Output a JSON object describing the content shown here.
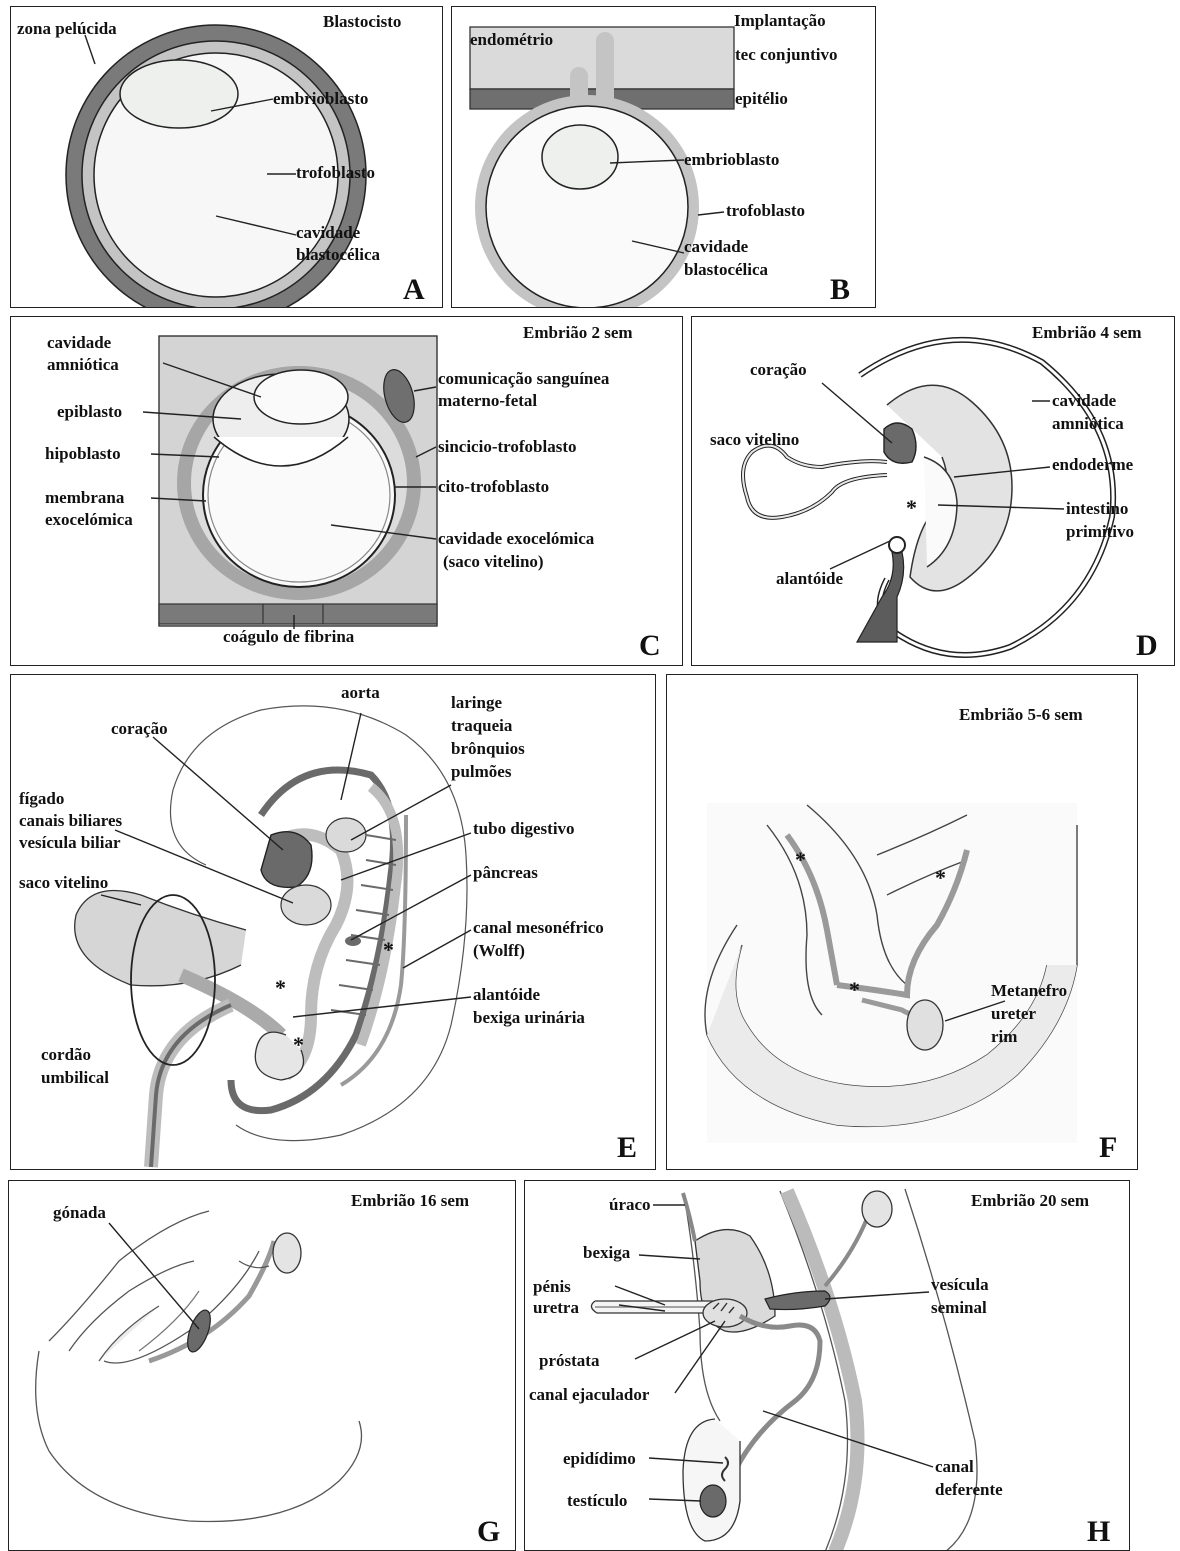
{
  "panels": {
    "A": {
      "letter": "A",
      "title": "Blastocisto",
      "labels": {
        "zona_pelucida": "zona pelúcida",
        "embrioblasto": "embrioblasto",
        "trofoblasto": "trofoblasto",
        "cavidade_1": "cavidade",
        "cavidade_2": "blastocélica"
      }
    },
    "B": {
      "letter": "B",
      "title": "Implantação",
      "labels": {
        "endometrio": "endométrio",
        "tec_conjuntivo": "tec conjuntivo",
        "epitelio": "epitélio",
        "embrioblasto": "embrioblasto",
        "trofoblasto": "trofoblasto",
        "cavidade_1": "cavidade",
        "cavidade_2": "blastocélica"
      }
    },
    "C": {
      "letter": "C",
      "title": "Embrião 2 sem",
      "labels": {
        "amniotica_1": "cavidade",
        "amniotica_2": "amniótica",
        "epiblasto": "epiblasto",
        "hipoblasto": "hipoblasto",
        "membrana_1": "membrana",
        "membrana_2": "exocelómica",
        "comunicacao_1": "comunicação sanguínea",
        "comunicacao_2": "materno-fetal",
        "sincicio": "sincicio-trofoblasto",
        "cito": "cito-trofoblasto",
        "exocelomica_1": "cavidade exocelómica",
        "exocelomica_2": "(saco vitelino)",
        "coagulo": "coágulo de fibrina"
      }
    },
    "D": {
      "letter": "D",
      "title": "Embrião 4 sem",
      "labels": {
        "coracao": "coração",
        "saco_vitelino": "saco vitelino",
        "cavidade_1": "cavidade",
        "cavidade_2": "amniótica",
        "endoderme": "endoderme",
        "intestino_1": "intestino",
        "intestino_2": "primitivo",
        "alantoide": "alantóide"
      }
    },
    "E": {
      "letter": "E",
      "labels": {
        "aorta": "aorta",
        "coracao": "coração",
        "laringe": "laringe",
        "traqueia": "traqueia",
        "bronquios": "brônquios",
        "pulmoes": "pulmões",
        "figado": "fígado",
        "canais": "canais biliares",
        "vesicula": "vesícula biliar",
        "tubo": "tubo digestivo",
        "pancreas": "pâncreas",
        "saco_vitelino": "saco vitelino",
        "mesonefrico_1": "canal mesonéfrico",
        "mesonefrico_2": "(Wolff)",
        "alantoide": "alantóide",
        "bexiga": "bexiga urinária",
        "cordao_1": "cordão",
        "cordao_2": "umbilical"
      }
    },
    "F": {
      "letter": "F",
      "title": "Embrião 5-6 sem",
      "labels": {
        "metanefro": "Metanefro",
        "ureter": "ureter",
        "rim": "rim"
      }
    },
    "G": {
      "letter": "G",
      "title": "Embrião 16 sem",
      "labels": {
        "gonada": "gónada"
      }
    },
    "H": {
      "letter": "H",
      "title": "Embrião 20 sem",
      "labels": {
        "uraco": "úraco",
        "bexiga": "bexiga",
        "penis": "pénis",
        "uretra": "uretra",
        "vesicula_1": "vesícula",
        "vesicula_2": "seminal",
        "prostata": "próstata",
        "ejaculador": "canal ejaculador",
        "epididimo": "epidídimo",
        "testiculo": "testículo",
        "deferente_1": "canal",
        "deferente_2": "deferente"
      }
    }
  },
  "asterisk": "*"
}
